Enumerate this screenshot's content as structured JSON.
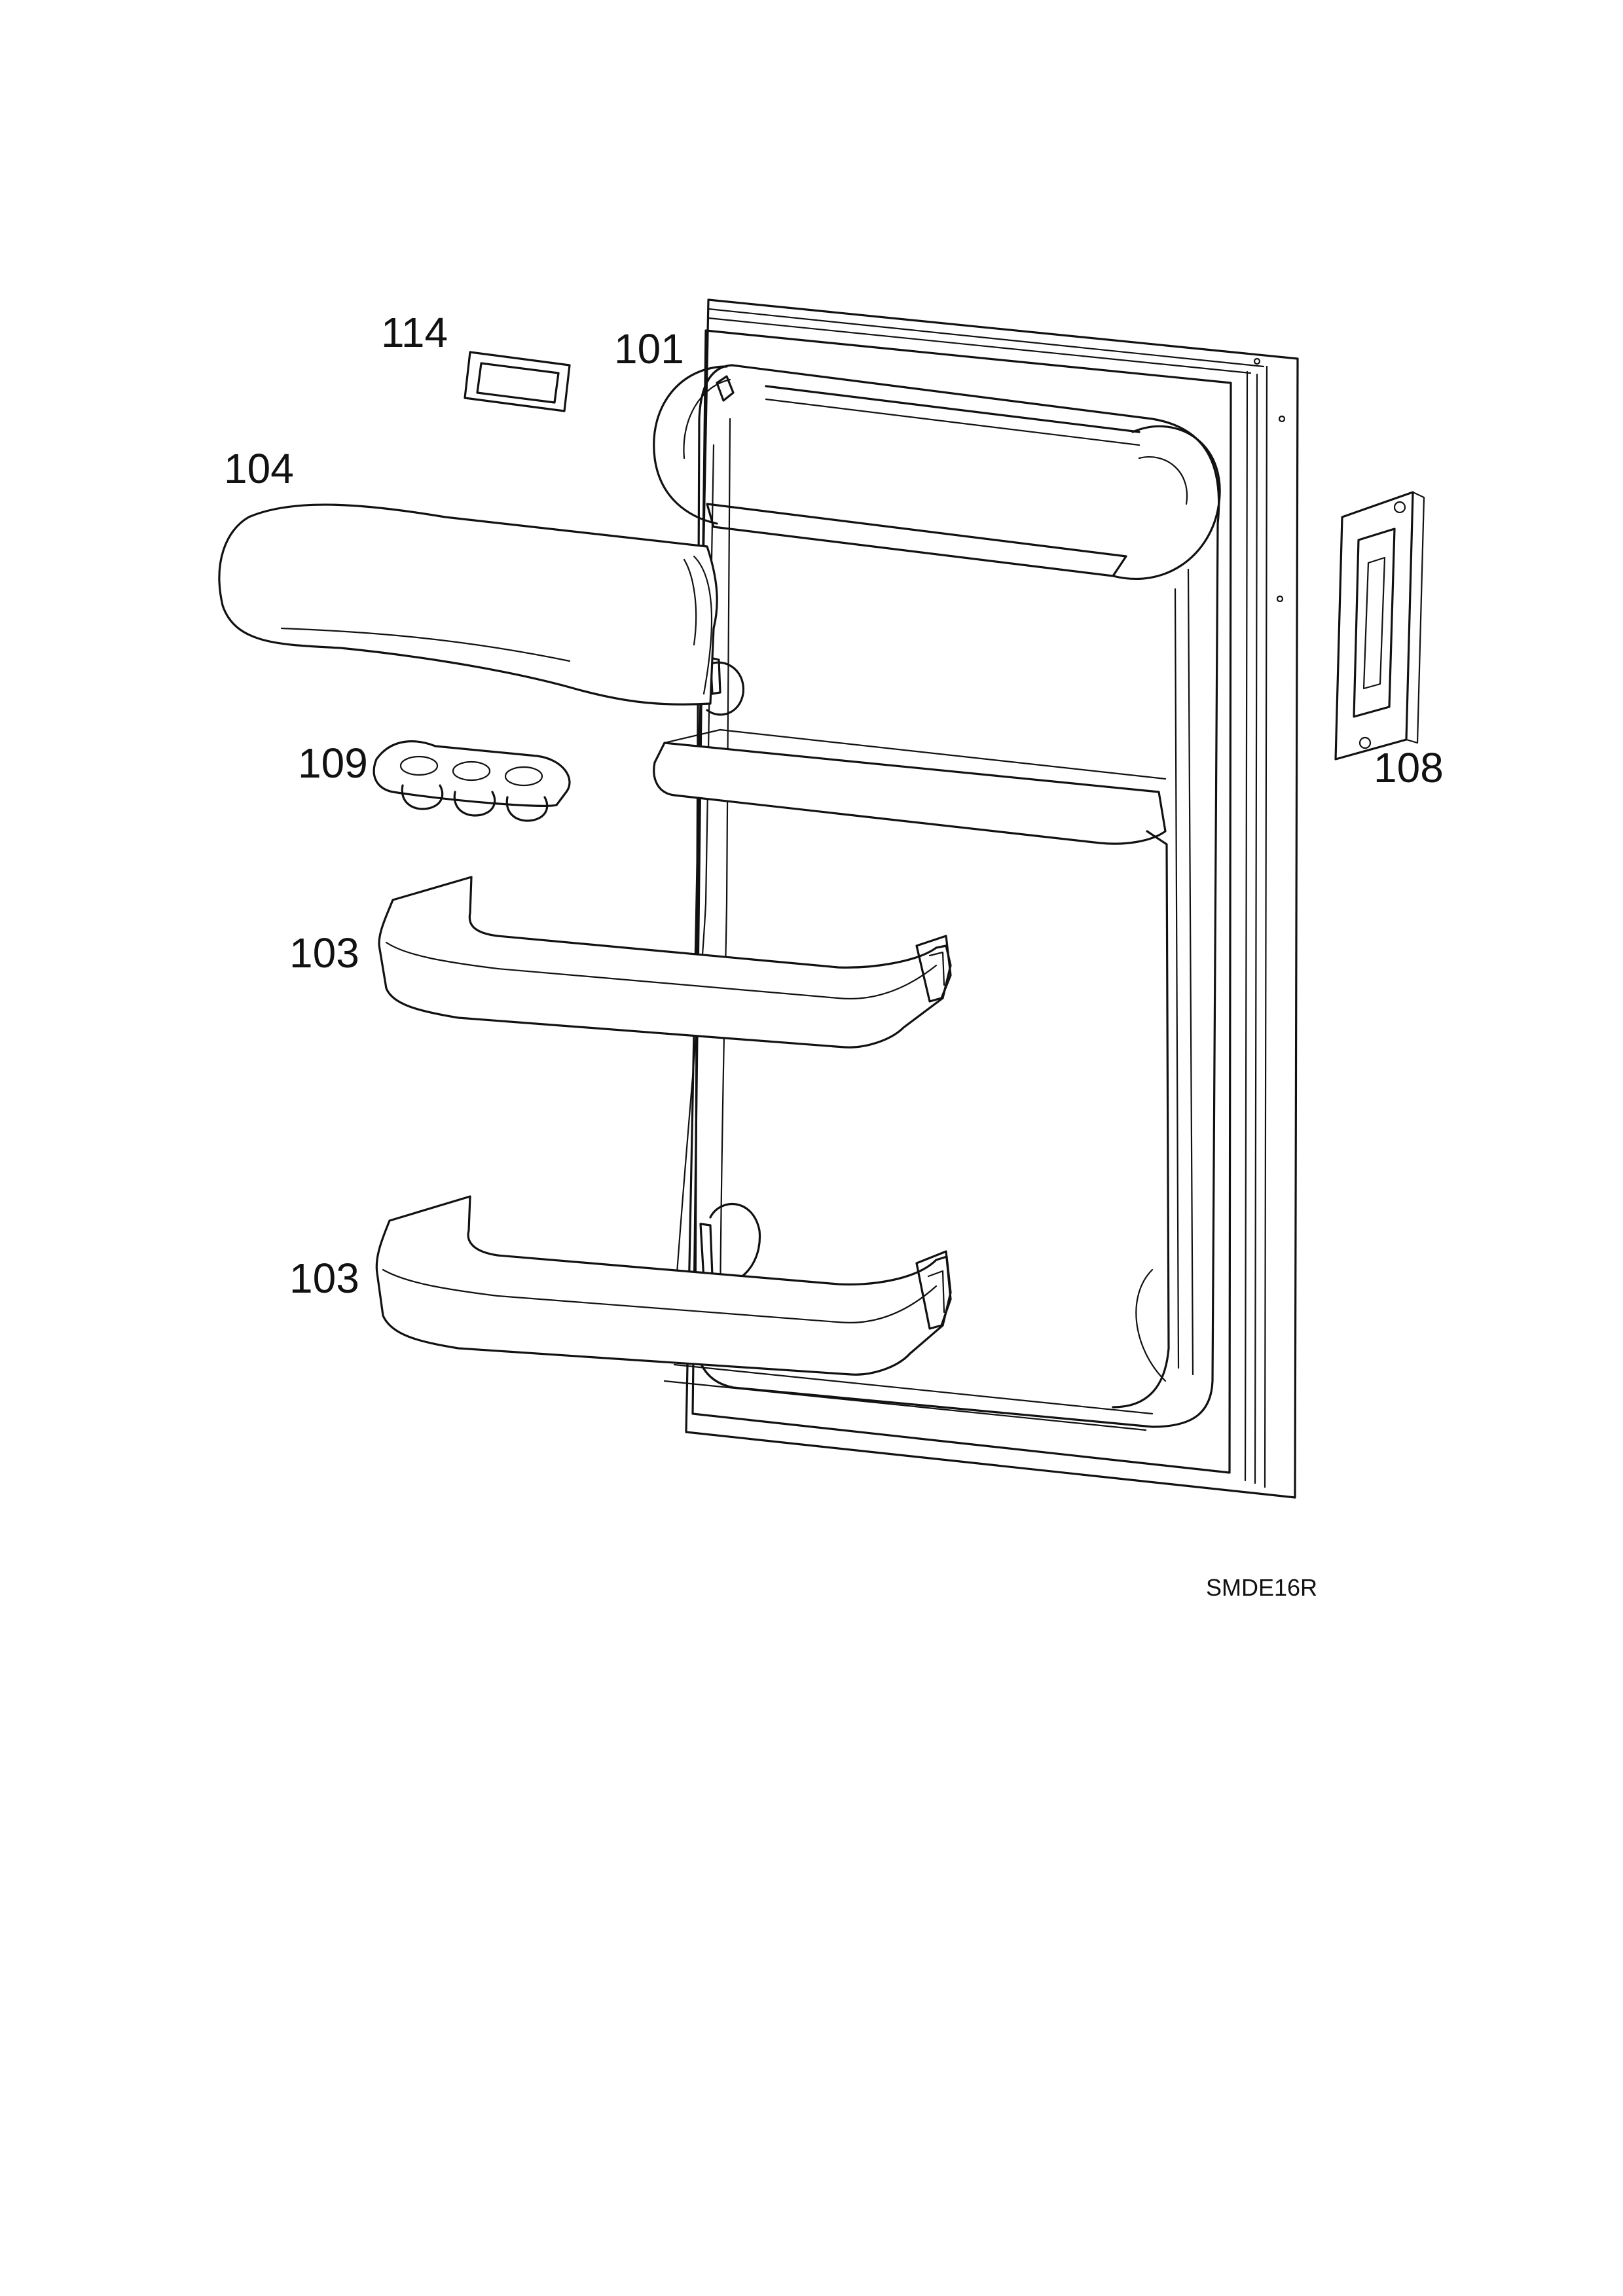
{
  "diagram": {
    "code": "SMDE16R",
    "parts": [
      {
        "id": "part-101",
        "label": "101"
      },
      {
        "id": "part-103-upper",
        "label": "103"
      },
      {
        "id": "part-103-lower",
        "label": "103"
      },
      {
        "id": "part-104",
        "label": "104"
      },
      {
        "id": "part-108",
        "label": "108"
      },
      {
        "id": "part-109",
        "label": "109"
      },
      {
        "id": "part-114",
        "label": "114"
      }
    ],
    "colors": {
      "line": "#111111",
      "background": "#ffffff"
    }
  }
}
